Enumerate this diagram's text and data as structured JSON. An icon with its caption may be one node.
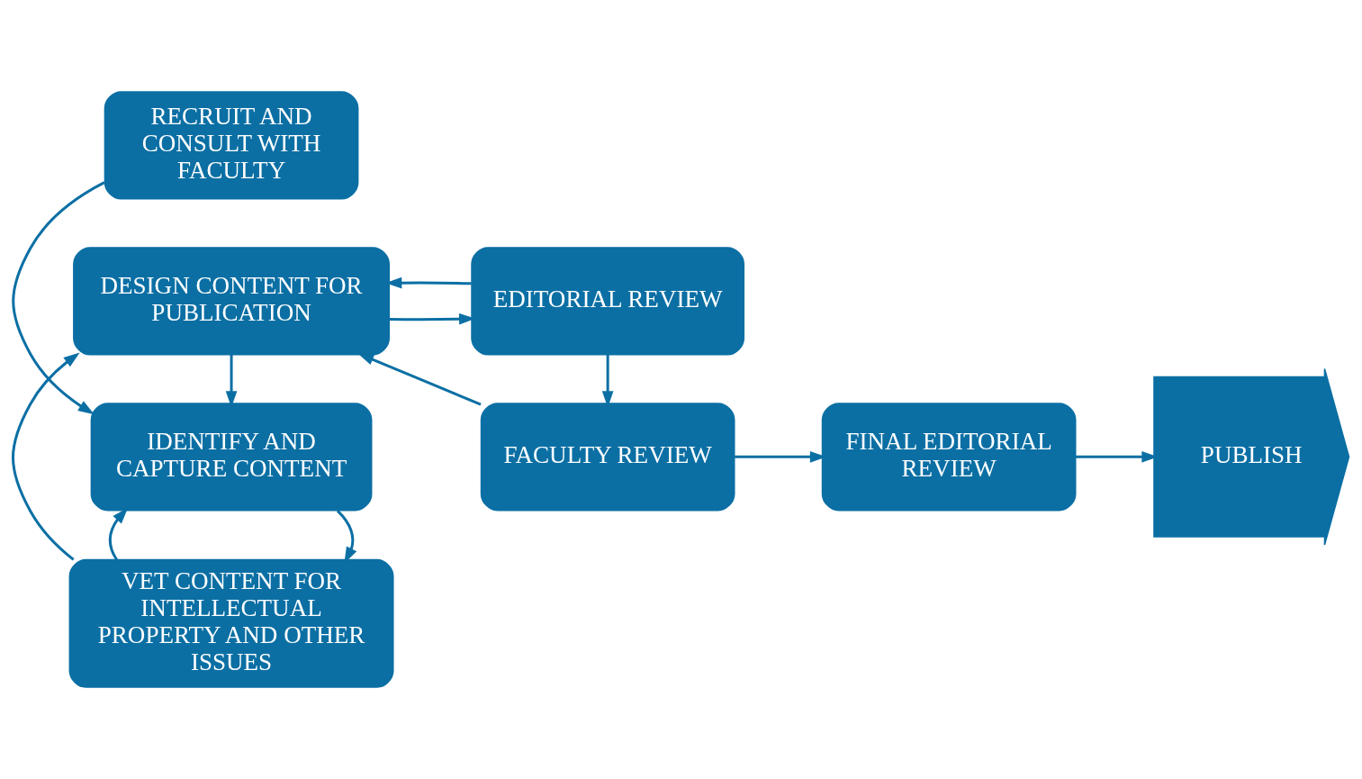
{
  "diagram": {
    "nodes": [
      {
        "text": [
          "RECRUIT AND CONSULT WITH FACULTY"
        ]
      },
      {
        "text": [
          "IDENTIFY AND CAPTURE CONTENT"
        ]
      },
      {
        "text": [
          "VET CONTENT FOR INTELLECTUAL PROPERTY AND OTHER ISSUES"
        ]
      },
      {
        "text": [
          "DESIGN CONTENT FOR PUBLICATION"
        ]
      },
      {
        "text": [
          "FACULTY REVIEW"
        ]
      },
      {
        "text": [
          "EDITORIAL REVIEW"
        ]
      },
      {
        "text": [
          "FINAL EDITORIAL REVIEW"
        ]
      },
      {
        "text": [
          "PUBLISH"
        ]
      }
    ],
    "edges": [
      {
        "from": 0,
        "to": 1,
        "arrow": "to"
      },
      {
        "from": 1,
        "to": 2,
        "arrow": "to"
      },
      {
        "from": 2,
        "to": 3,
        "arrow": "to"
      },
      {
        "from": 2,
        "to": 1,
        "arrow": "to"
      },
      {
        "from": 3,
        "to": 1,
        "arrow": "to"
      },
      {
        "from": 3,
        "to": 5,
        "arrow": "to"
      },
      {
        "from": 5,
        "to": 4,
        "arrow": "to"
      },
      {
        "from": 4,
        "to": 3,
        "arrow": "to"
      },
      {
        "from": 5,
        "to": 3,
        "arrow": "to"
      },
      {
        "from": 4,
        "to": 6,
        "arrow": "to"
      },
      {
        "from": 6,
        "to": 7,
        "arrow": "to"
      }
    ]
  }
}
